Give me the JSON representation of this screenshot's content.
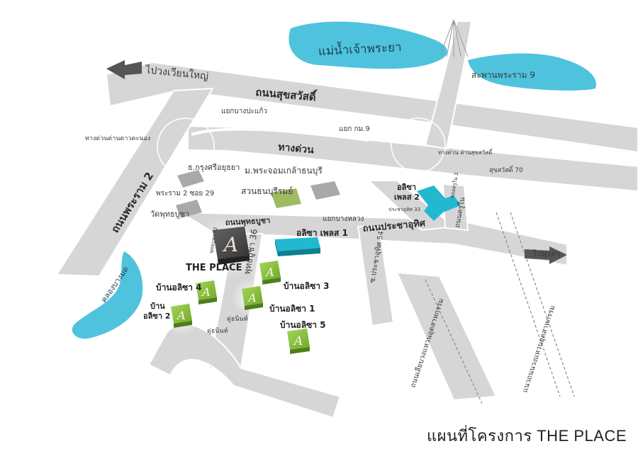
{
  "title": "แผนที่โครงการ THE PLACE",
  "colors": {
    "road": "#d6d6d6",
    "road_edge": "#bdbdbd",
    "water": "#4fc3dd",
    "project_green": "#8cc63f",
    "project_dark": "#4a4a4a",
    "alisa_place": "#22b8d0",
    "park": "#9dbb63",
    "building": "#a9a9a9"
  },
  "water": {
    "chao_phraya": "แม่น้ำเจ้าพระยา",
    "khlong_bang_mot": "คลองบางมด"
  },
  "bridge": "สะพานพระราม 9",
  "roads": {
    "suk_sawat": "ถนนสุขสวัสดิ์",
    "to_wongwian_yai": "ไปวงเวียนใหญ่",
    "expressway": "ทางด่วน",
    "expressway_dao_khanong": "ทางด่วนด่านดาวคะนอง",
    "rama2": "ถนนพระราม 2",
    "rama2_soi29": "พระราม 2 ซอย 29",
    "phutthabucha": "ถนนพุทธบูชา",
    "pracha_uthit": "ถนนประชาอุทิศ",
    "to_thung_khru": "ไปทุ่งครุ",
    "outer_ring_1": "ถนนเลียบวงแหวนอุตสาหกรรม",
    "outer_ring_2": "แนวถนนวงแหวนอุตสาหกรรม",
    "pracha_uthit_54": "ซ.ประชาอุทิศ 54",
    "pracha_uthit_small": "ประชาอุทิศ 33",
    "suk_sawat_70": "สุขสวัสดิ์ 70",
    "soi_khru_nai": "ซอยครูใน 3",
    "thanon_khru_nai": "ถนนครูใน",
    "phutthabucha_36": "พุทธบูชา 36",
    "phutthabucha_32": "พุทธบูชา 32",
    "ru_thanin_1": "ดู่ธนินท์",
    "ru_thanin_2": "ดู่ธนินท์"
  },
  "junctions": {
    "bang_pakaeo": "แยกบางปะแก้ว",
    "km9": "แยก กม.9",
    "bang_luang": "แยกบางหลวง",
    "expressway_toll": "ทางด่วน ด่านสุขสวัสดิ์"
  },
  "places": {
    "krung_si": "ธ.กรุงศรีอยุธยา",
    "kmutt": "ม.พระจอมเกล้าธนบุรี",
    "suan_thon": "สวนธนบุรีรมย์",
    "wat_phutthabucha": "วัดพุทธบูชา"
  },
  "projects": {
    "the_place": "THE PLACE",
    "logo_glyph": "A",
    "alisa_place_1": "อลิซา เพลส 1",
    "alisa_place_2_line1": "อลิซา",
    "alisa_place_2_line2": "เพลส 2",
    "baan_alisa_1": "บ้านอลิซา 1",
    "baan_alisa_2_line1": "บ้าน",
    "baan_alisa_2_line2": "อลิซา 2",
    "baan_alisa_3": "บ้านอลิซา 3",
    "baan_alisa_4": "บ้านอลิซา 4",
    "baan_alisa_5": "บ้านอลิซา 5"
  }
}
